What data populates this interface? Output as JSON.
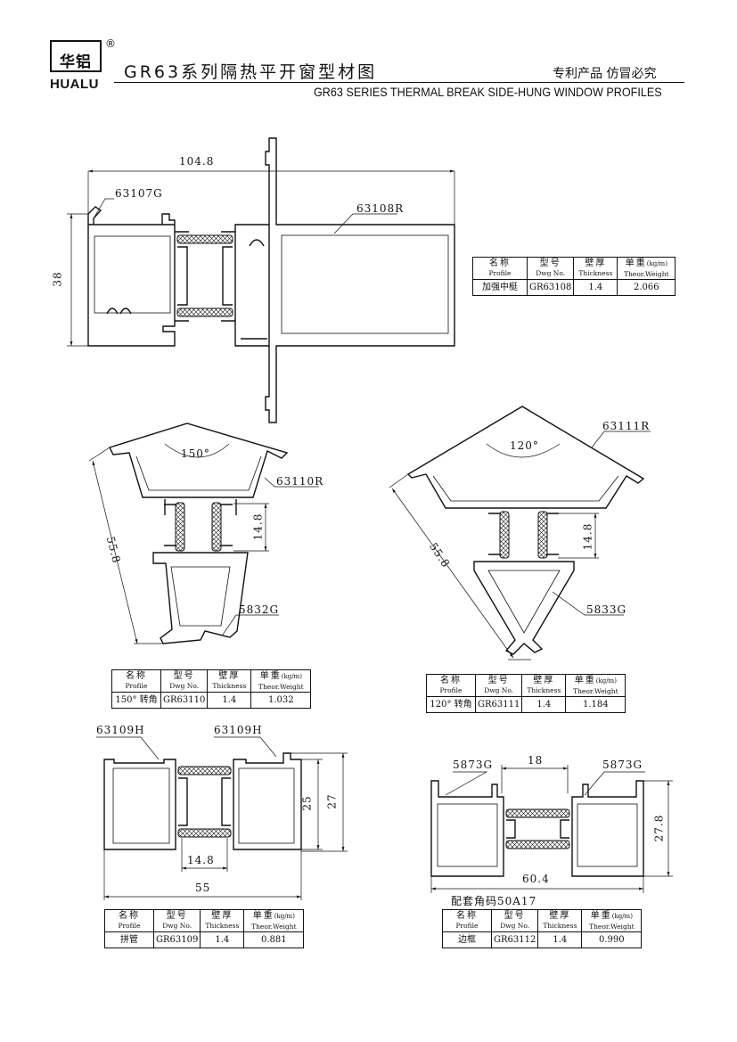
{
  "header": {
    "logo_cn": "华铝",
    "logo_en": "HUALU",
    "registered": "®",
    "title_cn": "GR63系列隔热平开窗型材图",
    "title_en": "GR63 SERIES THERMAL BREAK SIDE-HUNG WINDOW PROFILES",
    "patent": "专利产品  仿冒必究"
  },
  "table_headers": {
    "name_cn": "名称",
    "name_en": "Profile",
    "dwg_cn": "型号",
    "dwg_en": "Dwg No.",
    "thick_cn": "壁厚",
    "thick_en": "Thickness",
    "weight_cn": "单重",
    "weight_unit": "(kg/m)",
    "weight_en": "Theor.Weight"
  },
  "profiles": [
    {
      "name": "加强中梃",
      "dwg": "GR63108",
      "thickness": "1.4",
      "weight": "2.066"
    },
    {
      "name": "150° 转角",
      "dwg": "GR63110",
      "thickness": "1.4",
      "weight": "1.032"
    },
    {
      "name": "120° 转角",
      "dwg": "GR63111",
      "thickness": "1.4",
      "weight": "1.184"
    },
    {
      "name": "拼管",
      "dwg": "GR63109",
      "thickness": "1.4",
      "weight": "0.881"
    },
    {
      "name": "边框",
      "dwg": "GR63112",
      "thickness": "1.4",
      "weight": "0.990"
    }
  ],
  "drawing1": {
    "width_dim": "104.8",
    "height_dim": "38",
    "part_a": "63107G",
    "part_b": "63108R"
  },
  "drawing2": {
    "angle": "150°",
    "part_top": "63110R",
    "gap_dim": "14.8",
    "diag_dim": "55.8",
    "part_bottom": "5832G"
  },
  "drawing3": {
    "angle": "120°",
    "part_top": "63111R",
    "gap_dim": "14.8",
    "diag_dim": "55.8",
    "part_bottom": "5833G"
  },
  "drawing4": {
    "part_left": "63109H",
    "part_right": "63109H",
    "dim_inner": "25",
    "dim_outer": "27",
    "dim_gap": "14.8",
    "dim_width": "55"
  },
  "drawing5": {
    "part_left": "5873G",
    "part_right": "5873G",
    "dim_gap": "18",
    "dim_height": "27.8",
    "dim_width": "60.4",
    "note": "配套角码50A17"
  }
}
